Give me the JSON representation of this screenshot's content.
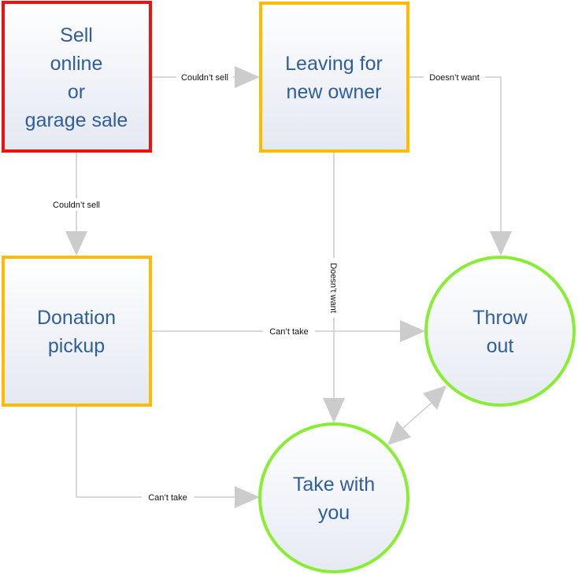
{
  "nodes": {
    "sell": {
      "lines": [
        "Sell",
        "online",
        "or",
        "garage sale"
      ],
      "border": "#ee1111"
    },
    "leaving": {
      "lines": [
        "Leaving for",
        "new owner"
      ],
      "border": "#ffbb00"
    },
    "donation": {
      "lines": [
        "Donation",
        "pickup"
      ],
      "border": "#ffbb00"
    },
    "throw": {
      "lines": [
        "Throw",
        "out"
      ],
      "border": "#88ee33"
    },
    "take": {
      "lines": [
        "Take with",
        "you"
      ],
      "border": "#88ee33"
    }
  },
  "edges": {
    "sell_to_leaving": "Couldn’t sell",
    "sell_to_donation": "Couldn’t sell",
    "leaving_to_throw": "Doesn’t want",
    "leaving_to_take": "Doesn’t want",
    "donation_to_throw": "Can’t take",
    "donation_to_take": "Can’t take"
  },
  "colors": {
    "text": "#2e5e9b",
    "edge": "#cccccc",
    "node_fill_top": "#ffffff",
    "node_fill_bottom": "#e4e8f2"
  }
}
